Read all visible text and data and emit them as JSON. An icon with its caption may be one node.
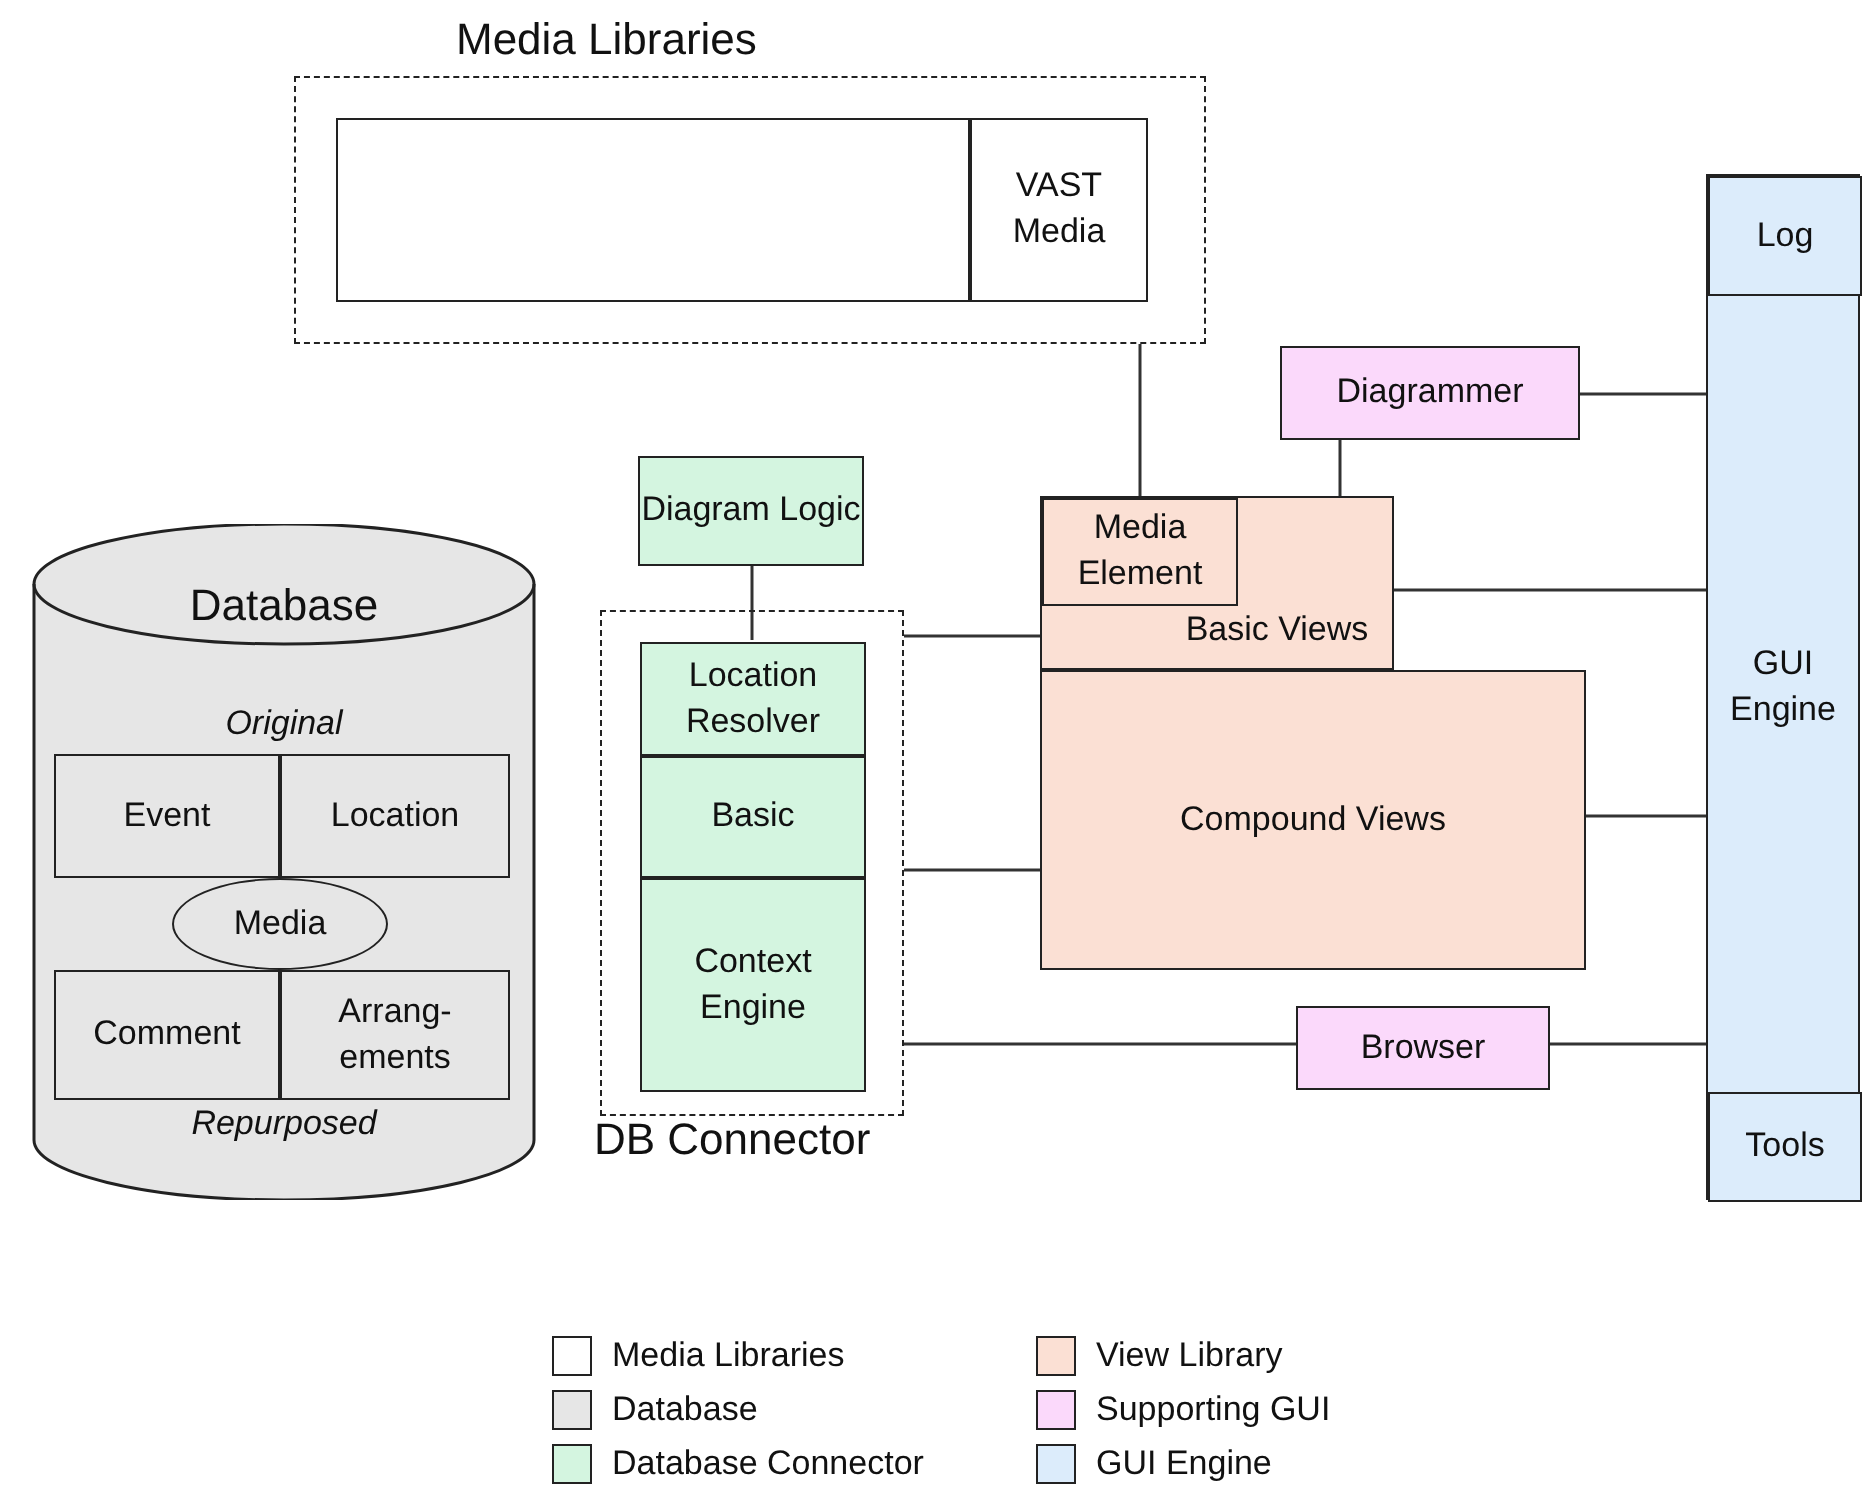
{
  "diagram": {
    "nodes": [
      {
        "text": [
          "Media Libraries"
        ]
      },
      {
        "text": [],
        "shape": "box",
        "in": 0
      },
      {
        "text": [
          "VAST Media"
        ],
        "in": 0
      },
      {
        "text": [
          "GUI Engine"
        ]
      },
      {
        "text": [
          "Log"
        ],
        "in": 3
      },
      {
        "text": [
          "Diagrammer"
        ]
      },
      {
        "text": [
          "Diagram Logic"
        ]
      },
      {
        "text": [
          "Database",
          "Original",
          "Repurposed"
        ]
      },
      {
        "text": [
          "Event"
        ],
        "in": 7
      },
      {
        "text": [
          "Location"
        ],
        "in": 7
      },
      {
        "text": [
          "Media"
        ],
        "in": 7
      },
      {
        "text": [
          "Comment"
        ],
        "in": 7
      },
      {
        "text": [
          "Arrang- ements"
        ],
        "in": 7
      },
      {
        "text": [
          "DB Connector"
        ]
      },
      {
        "text": [
          "Location Resolver"
        ],
        "in": 13
      },
      {
        "text": [
          "Basic"
        ],
        "in": 13
      },
      {
        "text": [
          "Context Engine"
        ],
        "in": 13
      },
      {
        "text": [
          "Basic Views"
        ]
      },
      {
        "text": [
          "Media Element"
        ],
        "in": 17
      },
      {
        "text": [
          "Compound Views"
        ]
      },
      {
        "text": [
          "Browser"
        ]
      },
      {
        "text": [
          "Tools"
        ],
        "in": 3
      }
    ],
    "edges": [
      {
        "from": 0,
        "to": 18,
        "arrow": "none"
      },
      {
        "from": 5,
        "to": 3,
        "arrow": "none"
      },
      {
        "from": 5,
        "to": 17,
        "arrow": "none"
      },
      {
        "from": 17,
        "to": 3,
        "arrow": "none"
      },
      {
        "from": 19,
        "to": 3,
        "arrow": "none"
      },
      {
        "from": 6,
        "to": 14,
        "arrow": "none"
      },
      {
        "from": 13,
        "to": 17,
        "arrow": "none"
      },
      {
        "from": 13,
        "to": 19,
        "arrow": "none"
      },
      {
        "from": 13,
        "to": 20,
        "arrow": "none"
      },
      {
        "from": 20,
        "to": 3,
        "arrow": "none"
      }
    ],
    "legend": [
      {
        "text": "Media Libraries",
        "color": "#ffffff"
      },
      {
        "text": "Database",
        "color": "#e6e6e6"
      },
      {
        "text": "Database Connector",
        "color": "#d4f5e0"
      },
      {
        "text": "View Library",
        "color": "#fbe0d4"
      },
      {
        "text": "Supporting GUI",
        "color": "#fbd9fb"
      },
      {
        "text": "GUI Engine",
        "color": "#dcecfb"
      }
    ]
  }
}
